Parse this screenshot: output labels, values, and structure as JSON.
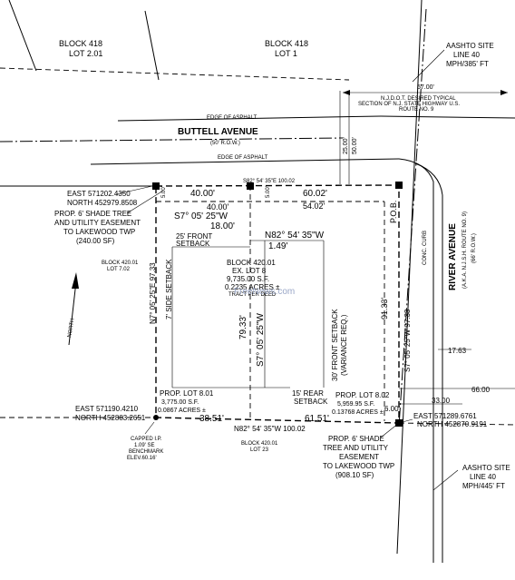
{
  "labels": {
    "block418_lot201_a": "BLOCK 418",
    "block418_lot201_b": "LOT 2.01",
    "block418_lot1_a": "BLOCK 418",
    "block418_lot1_b": "LOT 1",
    "aashto_top_a": "AASHTO SITE",
    "aashto_top_b": "LINE 40",
    "aashto_top_c": "MPH/385' FT",
    "dim_57": "57.00'",
    "njdot_a": "N.J.D.O.T. DESIRED TYPICAL",
    "njdot_b": "SECTION OF N.J. STATE HIGHWAY U.S.",
    "njdot_c": "ROUTE NO. 9",
    "edge_asphalt_top": "EDGE OF ASPHALT",
    "street_name": "BUTTELL AVENUE",
    "street_row": "(50' R.O.W.)",
    "dim_25": "25.00'",
    "dim_50": "50.00'",
    "edge_asphalt_bottom": "EDGE OF ASPHALT",
    "east_nw_a": "EAST 571202.4350",
    "east_nw_b": "NORTH 452979.8508",
    "s82_top": "S82° 54' 35\"E 100.02",
    "dim_5_top": "5.00'",
    "dim_40_a": "40.00'",
    "dim_60_02": "60.02'",
    "dim_40_b": "40.00'",
    "dim_54_02": "54.02'",
    "s7_bearing_top": "S7° 05' 25\"W",
    "dim_18": "18.00'",
    "pob": "P.O.B.",
    "easement_nw_a": "PROP. 6' SHADE TREE",
    "easement_nw_b": "AND UTILITY EASEMENT",
    "easement_nw_c": "TO LAKEWOOD TWP",
    "easement_nw_d": "(240.00 SF)",
    "front_setback_25_a": "25' FRONT",
    "front_setback_25_b": "SETBACK",
    "n82_mid": "N82° 54' 35\"W",
    "dim_1_49": "1.49'",
    "block420_lot702_a": "BLOCK 420.01",
    "block420_lot702_b": "LOT 7.02",
    "n7_bearing": "N7° 05' 25\"E 97.33",
    "side_setback": "7' SIDE SETBACK",
    "ctr_block_a": "BLOCK 420.01",
    "ctr_block_b": "EX. LOT 8",
    "ctr_block_c": "9,735.00 S.F.",
    "ctr_block_d": "0.2235 ACRES ±",
    "ctr_block_e": "TRACT PER DEED",
    "watermark": "FreeNews.com",
    "dim_79_33": "79.33'",
    "s7_inner": "S7° 05' 25\"W",
    "front_setback_30_a": "30' FRONT SETBACK",
    "front_setback_30_b": "(VARIANCE REQ.)",
    "dim_91_33": "91.33'",
    "s7_right": "S7° 05' 25\"W 97.33",
    "conc_curb": "CONC. CURB",
    "river_name": "RIVER AVENUE",
    "river_aka": "(A.K.A. N.J.S.H. ROUTE NO. 9)",
    "river_row": "(66' R.O.W.)",
    "dim_17_63": "17.63",
    "dim_66": "66.00",
    "dim_33": "33.00",
    "rear_setback_a": "15' REAR",
    "rear_setback_b": "SETBACK",
    "lot801_a": "PROP. LOT 8.01",
    "lot801_b": "3,775.00 S.F.",
    "lot801_c": "0.0867 ACRES ±",
    "lot802_a": "PROP. LOT 8.02",
    "lot802_b": "5,959.95 S.F.",
    "lot802_c": "0.13768 ACRES ±",
    "dim_6": "6.00'",
    "east_sw_a": "EAST 571190.4210",
    "east_sw_b": "NORTH 452883.2651",
    "dim_38_51": "38.51'",
    "dim_61_51": "61.51'",
    "n82_bottom": "N82° 54' 35\"W 100.02",
    "east_se_a": "EAST 571289.6761",
    "east_se_b": "NORTH 452870.9191",
    "capped_a": "CAPPED I.P.",
    "capped_b": "1.09' SE",
    "capped_c": "BENCHMARK",
    "capped_d": "ELEV.60.16'",
    "block420_lot23_a": "BLOCK 420.01",
    "block420_lot23_b": "LOT 23",
    "easement_se_a": "PROP. 6' SHADE",
    "easement_se_b": "TREE AND UTILITY",
    "easement_se_c": "EASEMENT",
    "easement_se_d": "TO LAKEWOOD TWP",
    "easement_se_e": "(908.10 SF)",
    "aashto_bot_a": "AASHTO SITE",
    "aashto_bot_b": "LINE 40",
    "aashto_bot_c": "MPH/445' FT",
    "north_arrow": "NORTH"
  }
}
